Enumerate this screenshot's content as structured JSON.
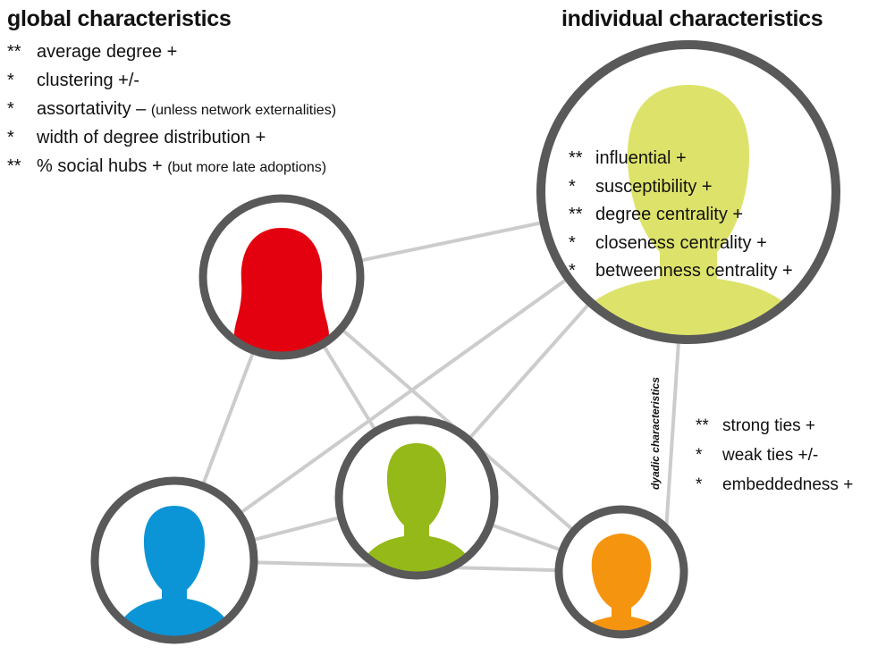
{
  "global": {
    "heading": "global characteristics",
    "items": [
      {
        "mark": "**",
        "text": "average degree +",
        "note": ""
      },
      {
        "mark": "*",
        "text": "clustering +/-",
        "note": ""
      },
      {
        "mark": "*",
        "text": "assortativity – ",
        "note": "(unless network externalities)"
      },
      {
        "mark": "*",
        "text": "width of degree distribution +",
        "note": ""
      },
      {
        "mark": "**",
        "text": "% social hubs + ",
        "note": "(but more late adoptions)"
      }
    ]
  },
  "individual": {
    "heading": "individual characteristics",
    "items": [
      {
        "mark": "**",
        "text": "influential +"
      },
      {
        "mark": "*",
        "text": "susceptibility +"
      },
      {
        "mark": "**",
        "text": "degree centrality +"
      },
      {
        "mark": "*",
        "text": "closeness centrality +"
      },
      {
        "mark": "*",
        "text": "betweenness centrality +"
      }
    ]
  },
  "dyadic": {
    "label": "dyadic characteristics",
    "items": [
      {
        "mark": "**",
        "text": "strong ties +"
      },
      {
        "mark": "*",
        "text": "weak ties +/-"
      },
      {
        "mark": "*",
        "text": "embeddedness +"
      }
    ]
  },
  "colors": {
    "ring": "#595959",
    "edge": "#cccccc",
    "red_person": "#e3000f",
    "yellow_person": "#dde36a",
    "green_person": "#95b919",
    "blue_person": "#0c95d6",
    "orange_person": "#f5950f"
  },
  "icons": [
    "person-silhouette-female-red",
    "person-silhouette-male-yellow",
    "person-silhouette-male-green",
    "person-silhouette-male-blue",
    "person-silhouette-female-orange"
  ]
}
